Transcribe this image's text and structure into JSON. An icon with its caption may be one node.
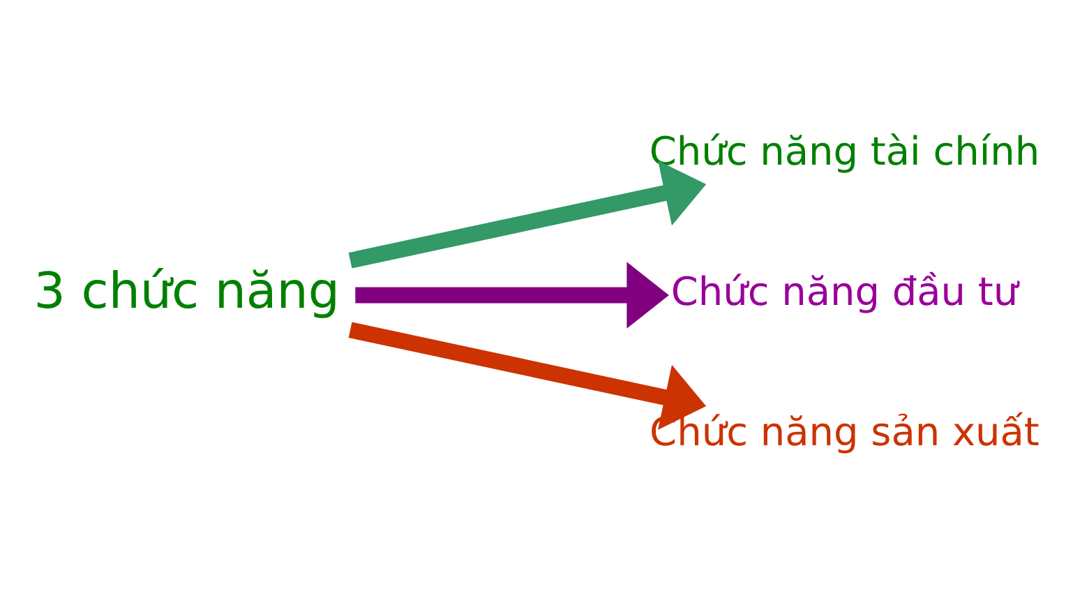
{
  "diagram": {
    "nodes": [
      {
        "text": [
          "3 chức năng"
        ]
      },
      {
        "text": [
          "Chức năng tài chính"
        ]
      },
      {
        "text": [
          "Chức năng đầu tư"
        ]
      },
      {
        "text": [
          "Chức năng sản xuất"
        ]
      }
    ],
    "edges": [
      {
        "from": 0,
        "to": 1,
        "arrow": "to",
        "color": "#339966"
      },
      {
        "from": 0,
        "to": 2,
        "arrow": "to",
        "color": "#800080"
      },
      {
        "from": 0,
        "to": 3,
        "arrow": "to",
        "color": "#cc3300"
      }
    ]
  }
}
